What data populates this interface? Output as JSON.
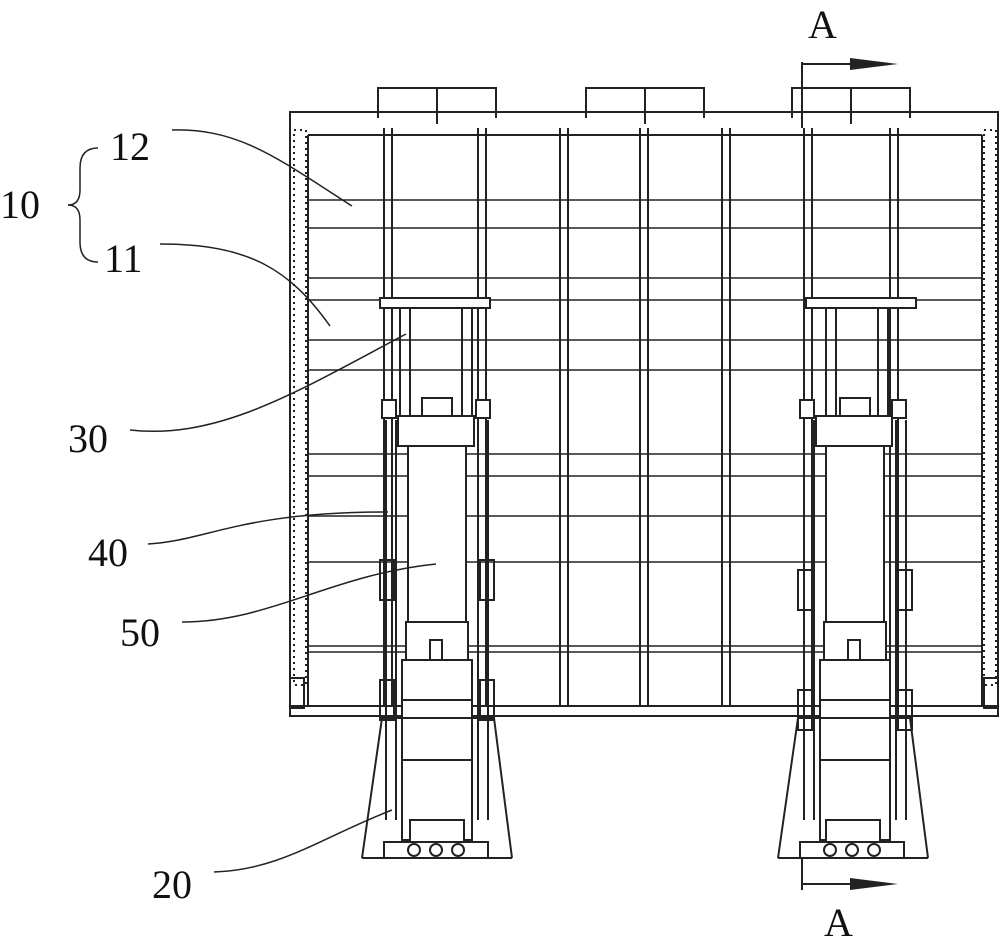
{
  "labels": {
    "group": "10",
    "part_12": "12",
    "part_11": "11",
    "part_30": "30",
    "part_40": "40",
    "part_50": "50",
    "part_20": "20",
    "section_top": "A",
    "section_bottom": "A"
  },
  "colors": {
    "line": "#222222",
    "background": "#ffffff"
  }
}
